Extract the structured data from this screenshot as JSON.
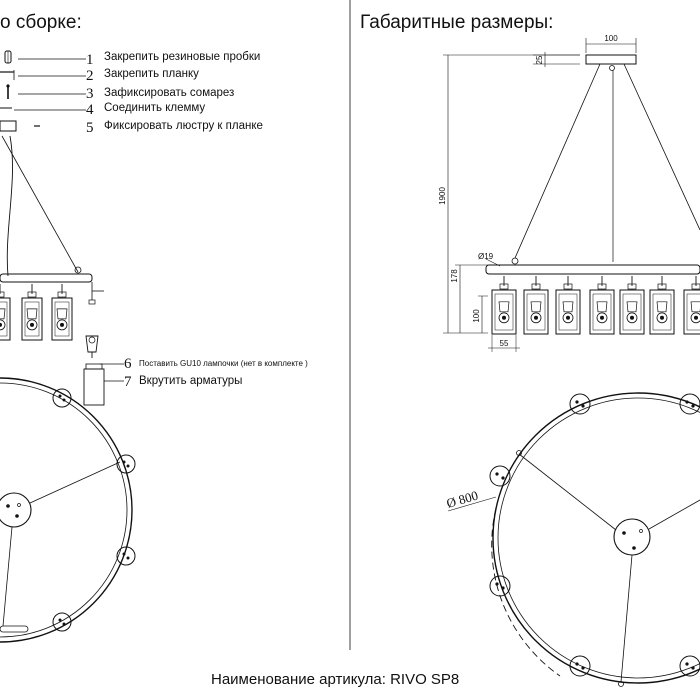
{
  "left_title": "о сборке:",
  "right_title": "Габаритные размеры:",
  "steps": [
    {
      "num": "1",
      "text": "Закрепить резиновые пробки"
    },
    {
      "num": "2",
      "text": "Закрепить планку"
    },
    {
      "num": "3",
      "text": "Зафиксировать сомарез"
    },
    {
      "num": "4",
      "text": "Соединить клемму"
    },
    {
      "num": "5",
      "text": "Фиксировать люстру к планке"
    },
    {
      "num": "6",
      "text": "Поставить GU10 лампочки (нет в комплекте )"
    },
    {
      "num": "7",
      "text": "Вкрутить арматуры"
    }
  ],
  "dimensions": {
    "top_width": "100",
    "canopy_height": "25",
    "total_height": "1900",
    "ring_height": "178",
    "shade_height": "100",
    "shade_width": "55",
    "tube_diameter": "Ø19",
    "ring_diameter": "Ø 800"
  },
  "footer": "Наименование артикула: RIVO SP8"
}
